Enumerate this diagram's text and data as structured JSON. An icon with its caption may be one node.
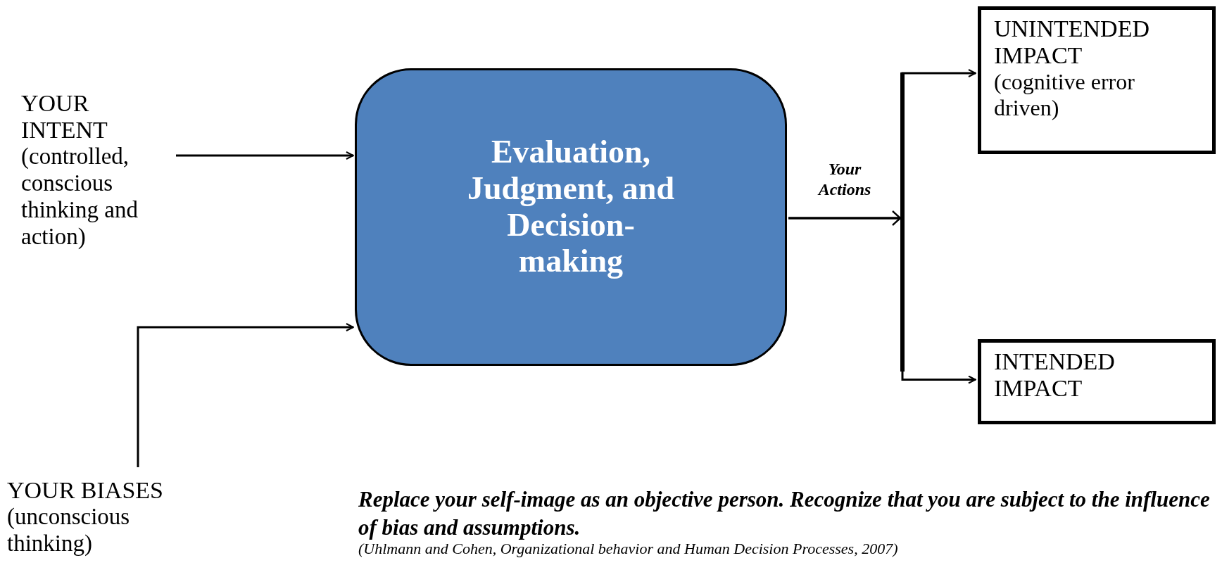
{
  "diagram": {
    "nodes": [
      {
        "text": [
          "YOUR INTENT",
          "(controlled, conscious thinking and action)"
        ]
      },
      {
        "text": [
          "YOUR BIASES",
          "(unconscious thinking)"
        ]
      },
      {
        "text": [
          "Evaluation, Judgment, and Decision-making"
        ]
      },
      {
        "text": [
          "UNINTENDED IMPACT",
          "(cognitive error driven)"
        ]
      },
      {
        "text": [
          "INTENDED IMPACT"
        ]
      }
    ],
    "edges": [
      {
        "from": 0,
        "to": 2,
        "arrow": "to"
      },
      {
        "from": 1,
        "to": 2,
        "arrow": "to"
      },
      {
        "from": 2,
        "to": 3,
        "arrow": "to",
        "label": "Your Actions"
      },
      {
        "from": 2,
        "to": 4,
        "arrow": "to"
      }
    ],
    "labels": [
      "Replace your self-image as an objective person. Recognize that you are subject to the influence of bias and assumptions.",
      "(Uhlmann and Cohen, Organizational behavior and Human Decision Processes, 2007)"
    ]
  }
}
